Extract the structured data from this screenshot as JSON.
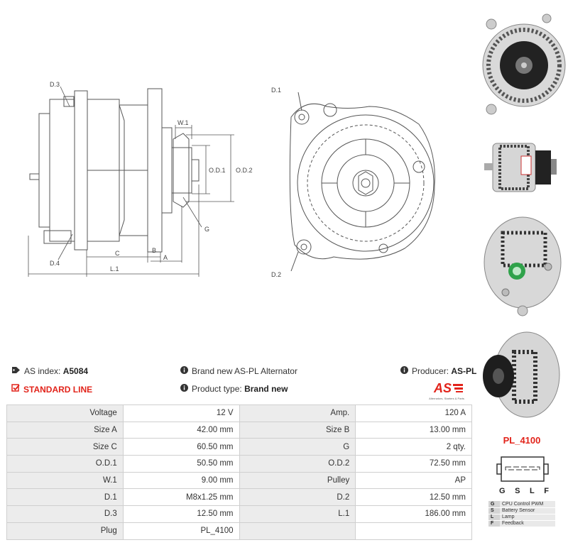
{
  "drawing": {
    "labels": {
      "d3": "D.3",
      "d4": "D.4",
      "w1": "W.1",
      "od1": "O.D.1",
      "od2": "O.D.2",
      "g": "G",
      "c": "C",
      "b": "B",
      "a": "A",
      "l1": "L.1",
      "d1": "D.1",
      "d2": "D.2"
    }
  },
  "info": {
    "index_label": "AS index:",
    "index_value": "A5084",
    "standard_line": "STANDARD LINE",
    "brand_new": "Brand new AS-PL Alternator",
    "product_type_label": "Product type:",
    "product_type_value": "Brand new",
    "producer_label": "Producer:",
    "producer_value": "AS-PL",
    "logo_text": "AS",
    "logo_tagline": "Alternators, Starters & Parts"
  },
  "specs": [
    [
      "Voltage",
      "12 V",
      "Amp.",
      "120 A"
    ],
    [
      "Size A",
      "42.00 mm",
      "Size B",
      "13.00 mm"
    ],
    [
      "Size C",
      "60.50 mm",
      "G",
      "2 qty."
    ],
    [
      "O.D.1",
      "50.50 mm",
      "O.D.2",
      "72.50 mm"
    ],
    [
      "W.1",
      "9.00 mm",
      "Pulley",
      "AP"
    ],
    [
      "D.1",
      "M8x1.25 mm",
      "D.2",
      "12.50 mm"
    ],
    [
      "D.3",
      "12.50 mm",
      "L.1",
      "186.00 mm"
    ],
    [
      "Plug",
      "PL_4100",
      "",
      ""
    ]
  ],
  "plug": {
    "title": "PL_4100",
    "letters": [
      "G",
      "S",
      "L",
      "F"
    ],
    "pins": [
      [
        "G",
        "CPU Control PWM"
      ],
      [
        "S",
        "Battery Sensor"
      ],
      [
        "L",
        "Lamp"
      ],
      [
        "F",
        "Feedback"
      ]
    ]
  },
  "colors": {
    "accent": "#e2231a",
    "key_bg": "#ececec",
    "border": "#cfcfcf",
    "line": "#555555"
  },
  "icons": {
    "index": "tag-icon",
    "standard_line": "checkbox-icon",
    "info": "info-circle-icon"
  }
}
